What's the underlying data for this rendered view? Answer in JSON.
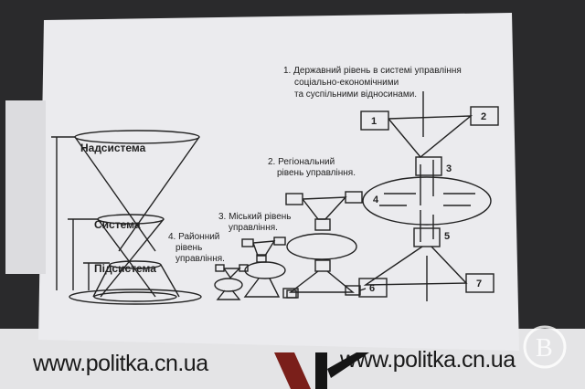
{
  "diagram": {
    "left": {
      "labels": [
        "Надсистема",
        "Система",
        "Підсистема"
      ]
    },
    "levels": [
      {
        "lines": [
          "1. Державний рівень в системі управління",
          "соціально-економічними",
          "та суспільними відносинами."
        ]
      },
      {
        "lines": [
          "2. Регіональний",
          "рівень управління."
        ]
      },
      {
        "lines": [
          "3. Міський рівень",
          "управління."
        ]
      },
      {
        "lines": [
          "4. Районний",
          "рівень",
          "управління."
        ]
      }
    ],
    "boxes": [
      "1",
      "2",
      "3",
      "4",
      "5",
      "6",
      "7"
    ]
  },
  "banner": {
    "url_left": "www.politka.cn.ua",
    "url_right": "www.politka.cn.ua"
  },
  "watermark": "В"
}
